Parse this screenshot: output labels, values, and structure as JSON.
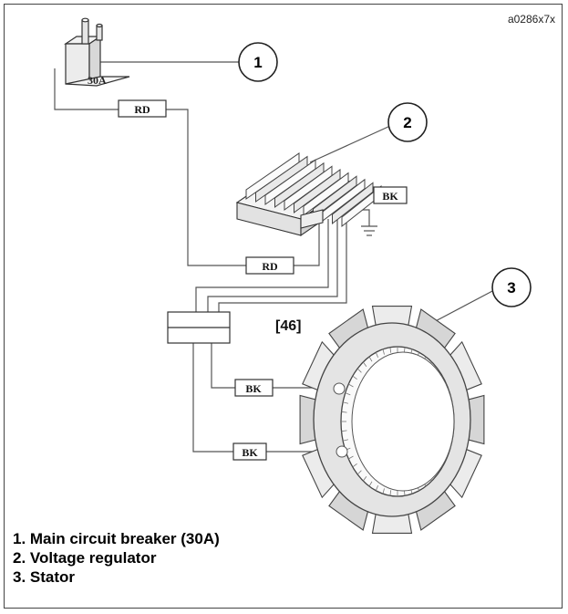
{
  "figure_code": "a0286x7x",
  "callouts": [
    "1",
    "2",
    "3"
  ],
  "breaker_rating": "30A",
  "wire_labels": {
    "rd_top": "RD",
    "rd_bottom": "RD",
    "bk_ground": "BK",
    "bk_stator_1": "BK",
    "bk_stator_2": "BK"
  },
  "connector_ref": "[46]",
  "legend": [
    "1. Main circuit breaker (30A)",
    "2. Voltage regulator",
    "3. Stator"
  ]
}
